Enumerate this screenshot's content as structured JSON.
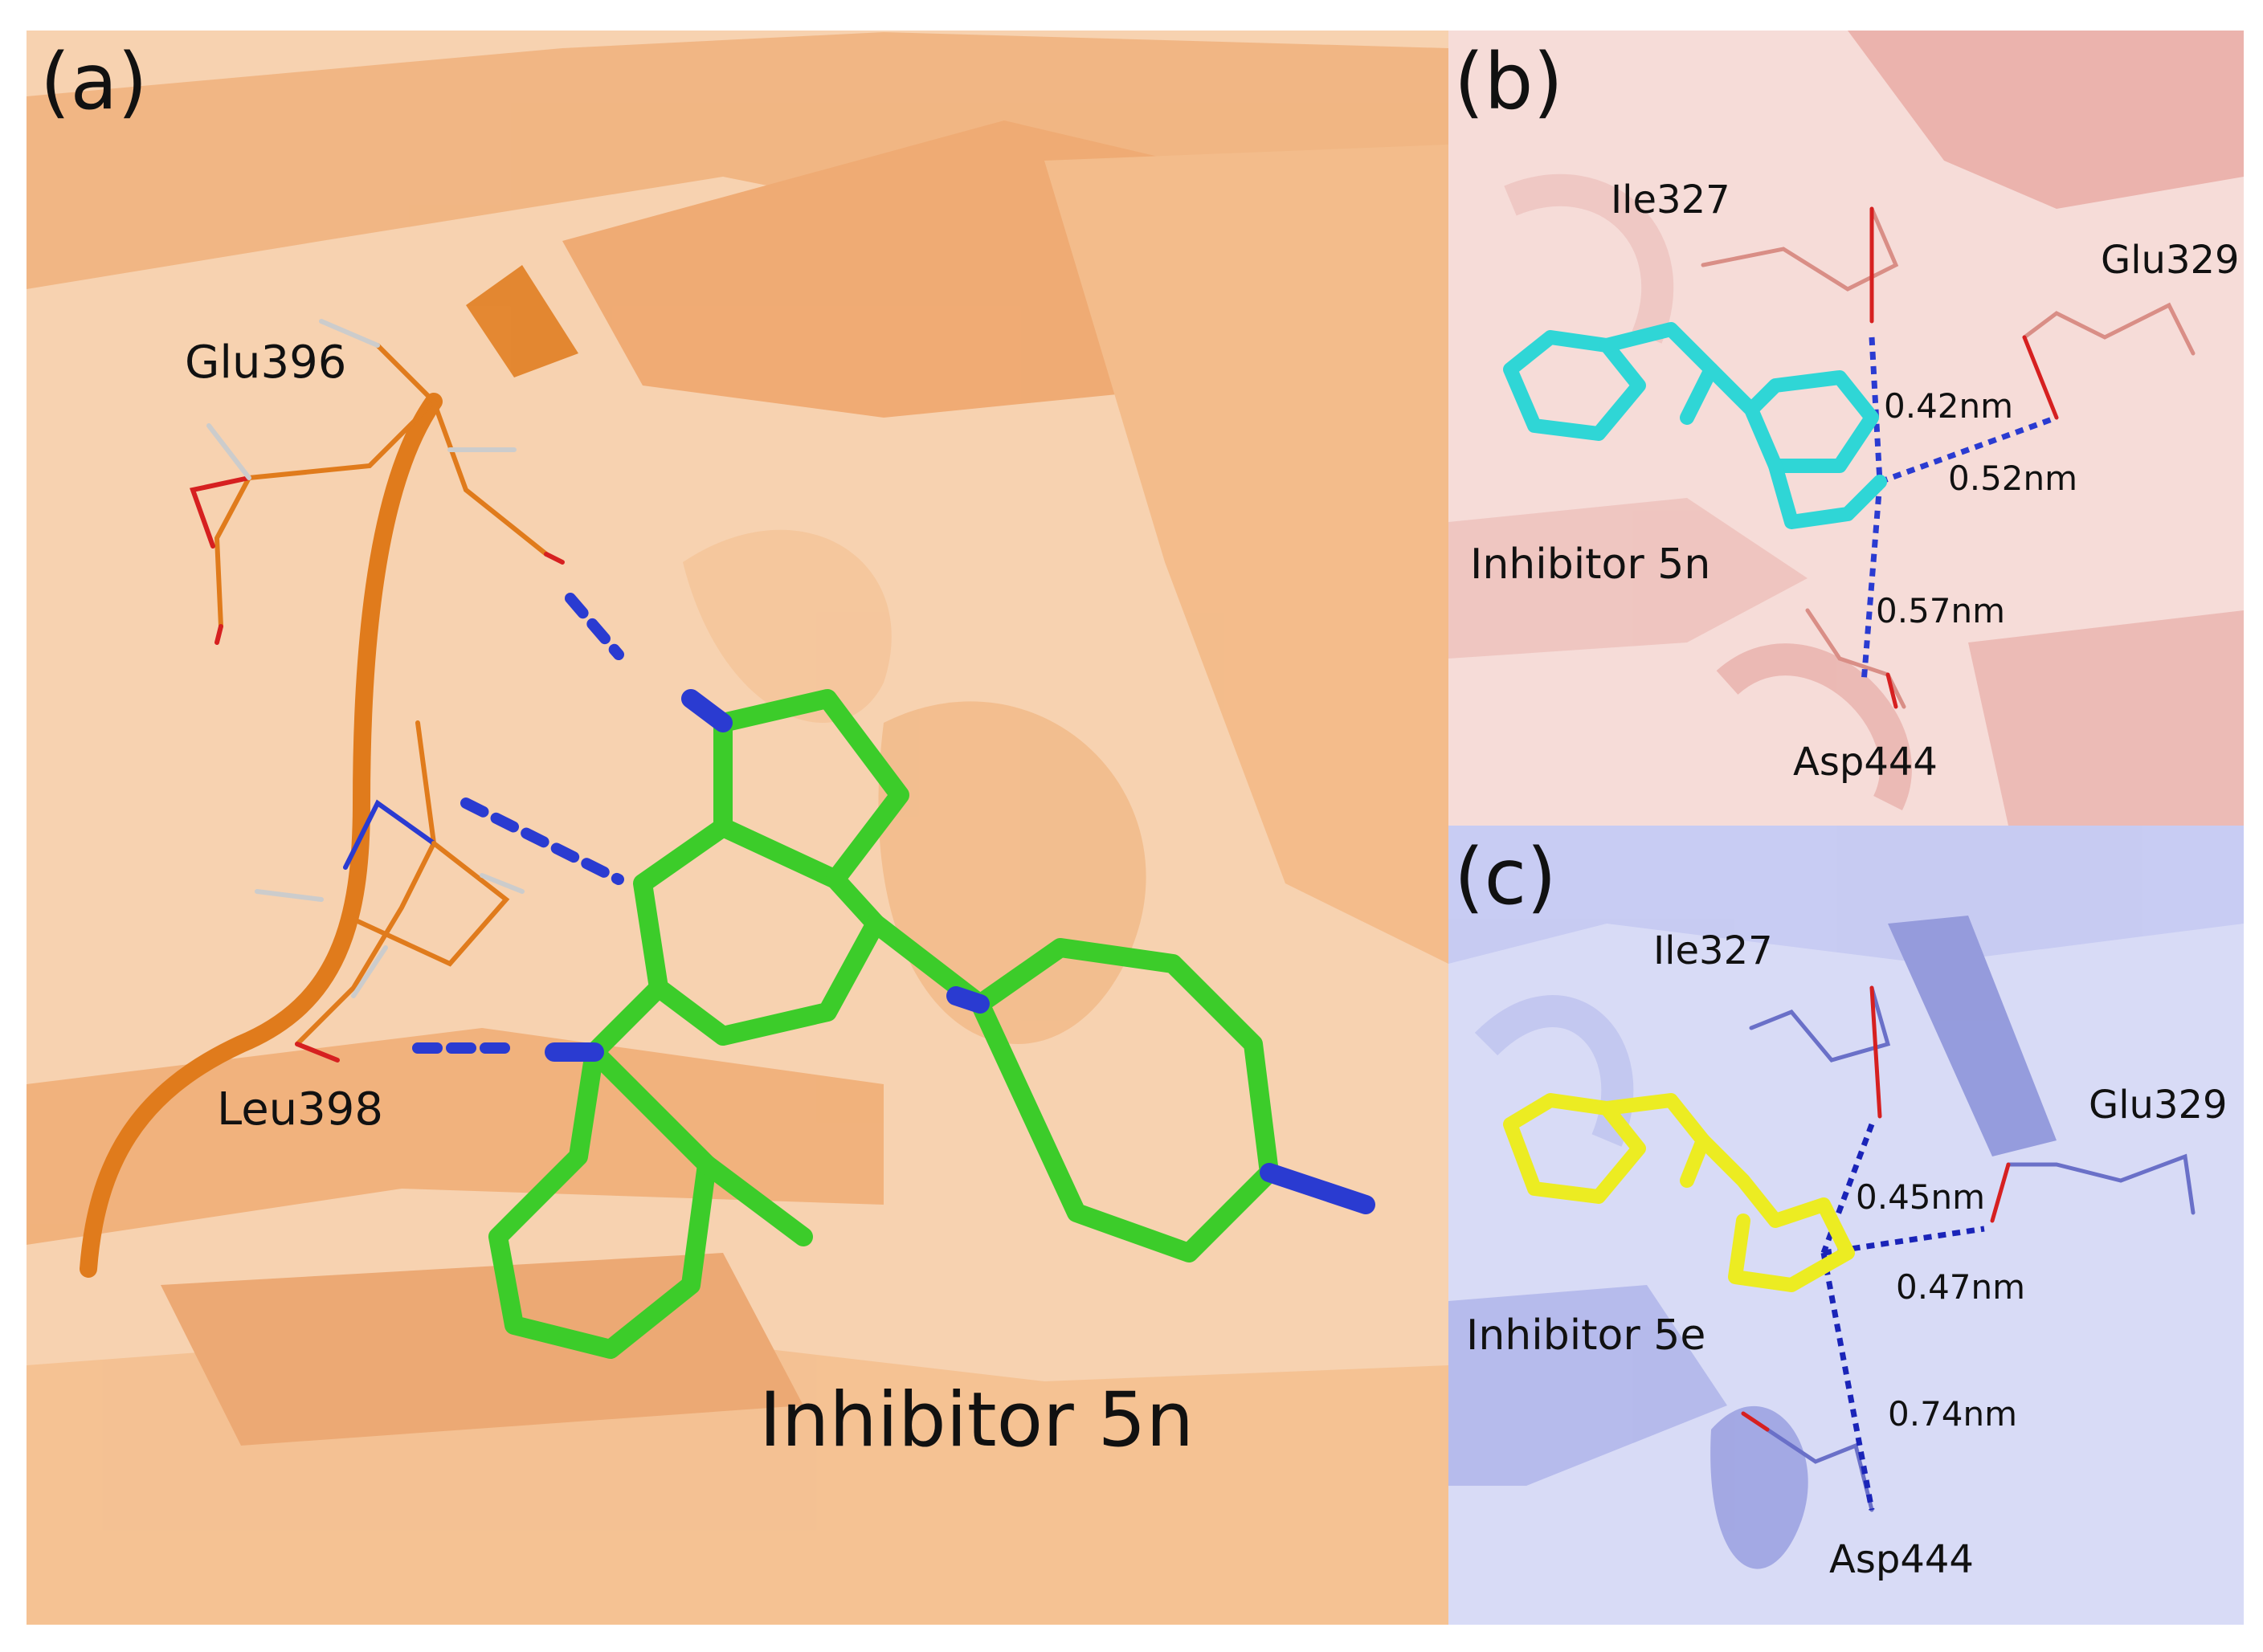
{
  "panels": {
    "a": {
      "label": "(a)",
      "residues": [
        "Glu396",
        "Leu398"
      ],
      "ligand": "Inhibitor 5n",
      "colors": {
        "protein": "#f2b27a",
        "sticks": "#e07b1c",
        "ligand": "#3ccc2a",
        "nitrogen": "#2a3bd1",
        "oxygen": "#d62020"
      }
    },
    "b": {
      "label": "(b)",
      "residues": [
        "Ile327",
        "Glu329",
        "Asp444"
      ],
      "ligand": "Inhibitor 5n",
      "distances": [
        "0.42nm",
        "0.52nm",
        "0.57nm"
      ],
      "colors": {
        "protein": "#eebcb8",
        "ligand": "#2fd6d6"
      }
    },
    "c": {
      "label": "(c)",
      "residues": [
        "Ile327",
        "Glu329",
        "Asp444"
      ],
      "ligand": "Inhibitor 5e",
      "distances": [
        "0.45nm",
        "0.47nm",
        "0.74nm"
      ],
      "colors": {
        "protein": "#b9bdf0",
        "ligand": "#ecec22"
      }
    }
  }
}
